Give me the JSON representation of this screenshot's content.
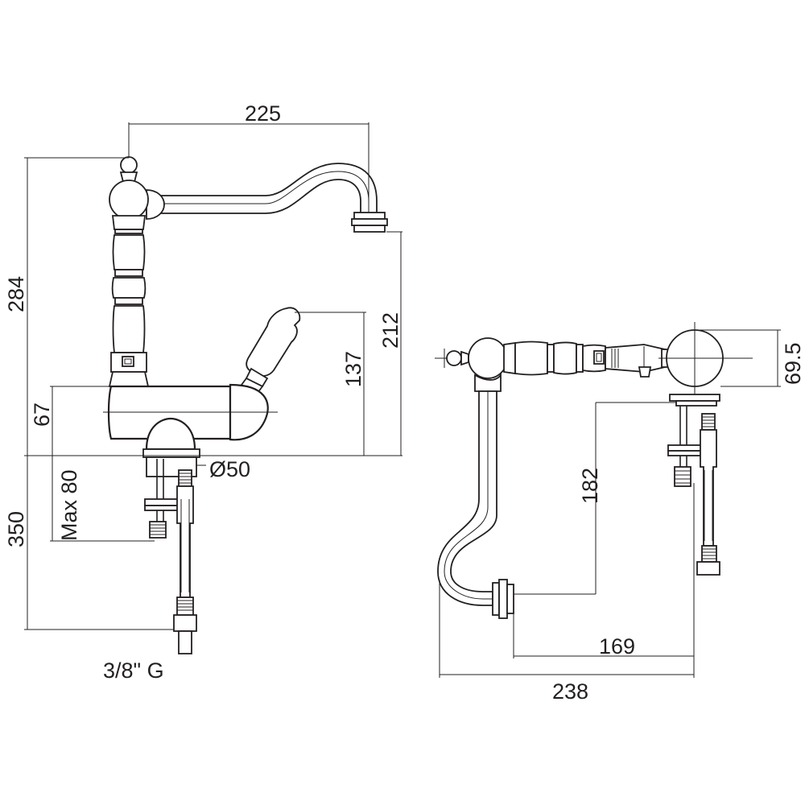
{
  "side_view": {
    "dimensions": {
      "spout_reach": "225",
      "total_height": "284",
      "spout_height": "212",
      "lever_height": "137",
      "body_height": "67",
      "max_thickness": "Max 80",
      "hose_length": "350",
      "base_diameter": "Ø50",
      "connection": "3/8\" G"
    }
  },
  "top_view": {
    "dimensions": {
      "base_diameter": "69.5",
      "outlet_offset": "182",
      "outlet_reach": "169",
      "overall_width": "238"
    }
  }
}
